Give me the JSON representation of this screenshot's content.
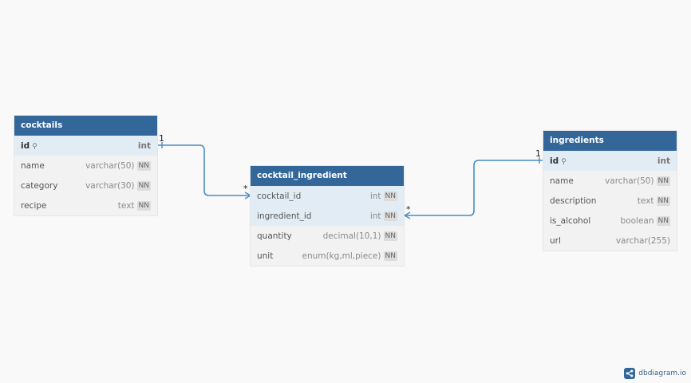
{
  "tables": [
    {
      "name": "cocktails",
      "columns": [
        {
          "name": "id",
          "type": "int",
          "pk": true,
          "nn": false
        },
        {
          "name": "name",
          "type": "varchar(50)",
          "pk": false,
          "nn": true
        },
        {
          "name": "category",
          "type": "varchar(30)",
          "pk": false,
          "nn": true
        },
        {
          "name": "recipe",
          "type": "text",
          "pk": false,
          "nn": true
        }
      ]
    },
    {
      "name": "cocktail_ingredient",
      "columns": [
        {
          "name": "cocktail_id",
          "type": "int",
          "pk": false,
          "nn": true,
          "highlight": true
        },
        {
          "name": "ingredient_id",
          "type": "int",
          "pk": false,
          "nn": true,
          "highlight": true
        },
        {
          "name": "quantity",
          "type": "decimal(10,1)",
          "pk": false,
          "nn": true
        },
        {
          "name": "unit",
          "type": "enum(kg,ml,piece)",
          "pk": false,
          "nn": true
        }
      ]
    },
    {
      "name": "ingredients",
      "columns": [
        {
          "name": "id",
          "type": "int",
          "pk": true,
          "nn": false
        },
        {
          "name": "name",
          "type": "varchar(50)",
          "pk": false,
          "nn": true
        },
        {
          "name": "description",
          "type": "text",
          "pk": false,
          "nn": true
        },
        {
          "name": "is_alcohol",
          "type": "boolean",
          "pk": false,
          "nn": true
        },
        {
          "name": "url",
          "type": "varchar(255)",
          "pk": false,
          "nn": false
        }
      ]
    }
  ],
  "nn_label": "NN",
  "key_glyph": "⚲",
  "relationships": [
    {
      "from_table": "cocktails",
      "from_column": "id",
      "from_card": "1",
      "to_table": "cocktail_ingredient",
      "to_column": "cocktail_id",
      "to_card": "*"
    },
    {
      "from_table": "ingredients",
      "from_column": "id",
      "from_card": "1",
      "to_table": "cocktail_ingredient",
      "to_column": "ingredient_id",
      "to_card": "*"
    }
  ],
  "brand": {
    "label": "dbdiagram.io"
  },
  "colors": {
    "header": "#336699",
    "edge": "#4a8cc7",
    "highlight": "#e1ecf4"
  }
}
